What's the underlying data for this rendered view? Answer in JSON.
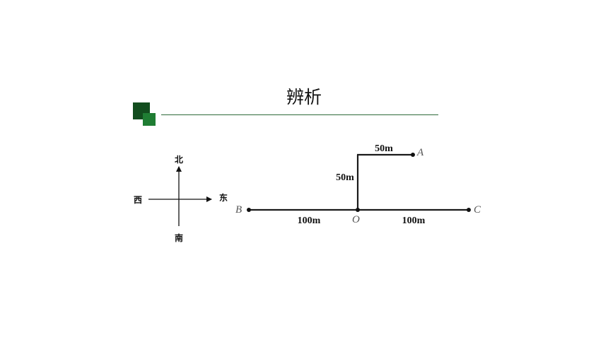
{
  "title": "辨析",
  "compass": {
    "north": "北",
    "south": "南",
    "east": "东",
    "west": "西"
  },
  "points": {
    "a": "A",
    "b": "B",
    "c": "C",
    "o": "O"
  },
  "distances": {
    "o_up": "50m",
    "up_to_a": "50m",
    "b_to_o": "100m",
    "o_to_c": "100m"
  },
  "colors": {
    "accent_dark": "#124d1e",
    "accent_light": "#1f7d33",
    "rule": "#2e6b3a"
  }
}
